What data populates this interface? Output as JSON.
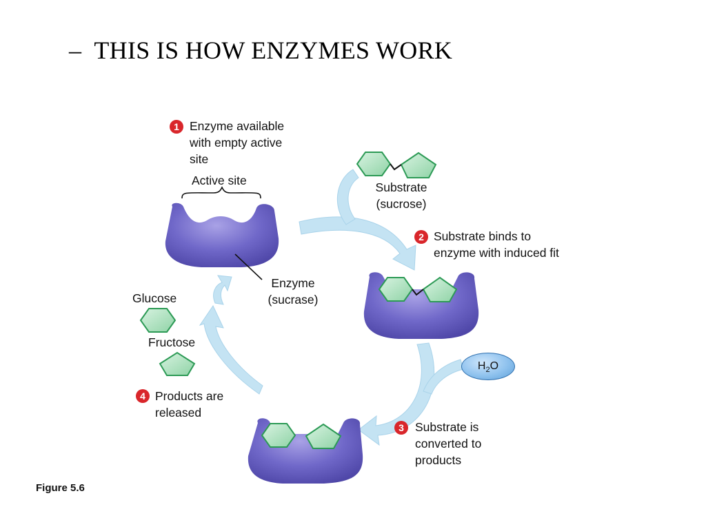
{
  "title": {
    "dash": "–",
    "text": "THIS IS HOW ENZYMES WORK"
  },
  "figure_label": "Figure 5.6",
  "colors": {
    "enzyme": "#6c63c4",
    "substrate": "#a5ddb7",
    "substrate_edge": "#2c9a55",
    "arrow": "#bfe0f2",
    "badge": "#d9262b"
  },
  "steps": [
    {
      "number": "1",
      "lines": [
        "Enzyme available",
        "with empty active",
        "site"
      ]
    },
    {
      "number": "2",
      "lines": [
        "Substrate binds to",
        "enzyme with induced fit"
      ]
    },
    {
      "number": "3",
      "lines": [
        "Substrate is",
        "converted to",
        "products"
      ]
    },
    {
      "number": "4",
      "lines": [
        "Products are",
        "released"
      ]
    }
  ],
  "labels": {
    "active_site": "Active site",
    "substrate": [
      "Substrate",
      "(sucrose)"
    ],
    "enzyme": [
      "Enzyme",
      "(sucrase)"
    ],
    "glucose": "Glucose",
    "fructose": "Fructose",
    "water": {
      "h": "H",
      "sub": "2",
      "o": "O"
    }
  }
}
